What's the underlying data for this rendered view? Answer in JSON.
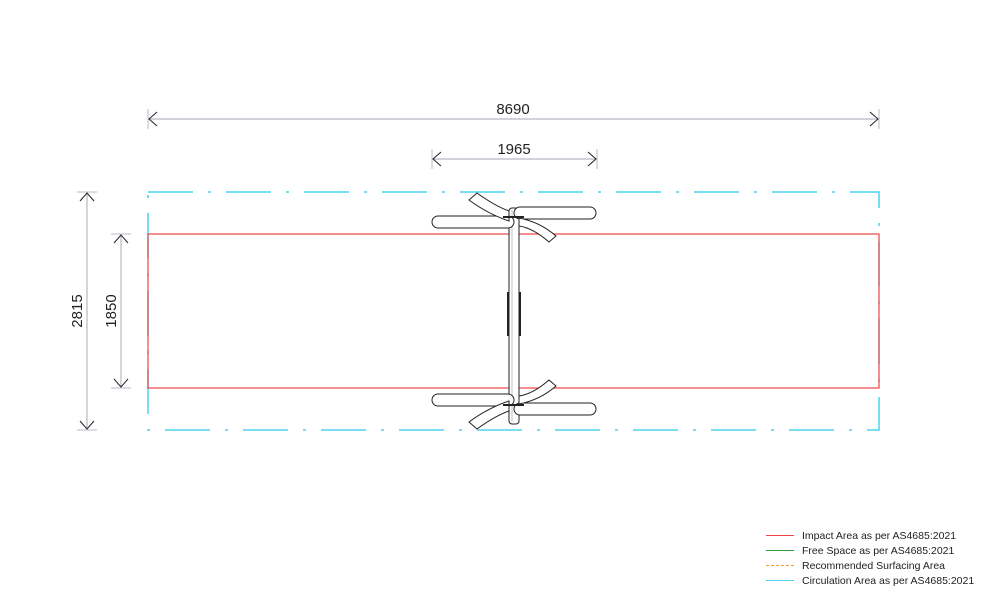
{
  "drawing": {
    "dimensions": {
      "overall_length": "8690",
      "equipment_length": "1965",
      "overall_width": "2815",
      "impact_width": "1850"
    }
  },
  "colors": {
    "impact": "#ee4444",
    "free_space": "#2e9a3a",
    "surfacing": "#f39a2a",
    "circulation": "#4fd3ef",
    "dimension": "#b8b8c4"
  },
  "legend": {
    "items": [
      {
        "label": "Impact Area as per AS4685:2021",
        "style": "solid",
        "color": "#ee4444"
      },
      {
        "label": "Free Space as per AS4685:2021",
        "style": "solid",
        "color": "#2e9a3a"
      },
      {
        "label": "Recommended Surfacing Area",
        "style": "dashed",
        "color": "#f39a2a"
      },
      {
        "label": "Circulation Area as per AS4685:2021",
        "style": "solid",
        "color": "#4fd3ef"
      }
    ]
  }
}
